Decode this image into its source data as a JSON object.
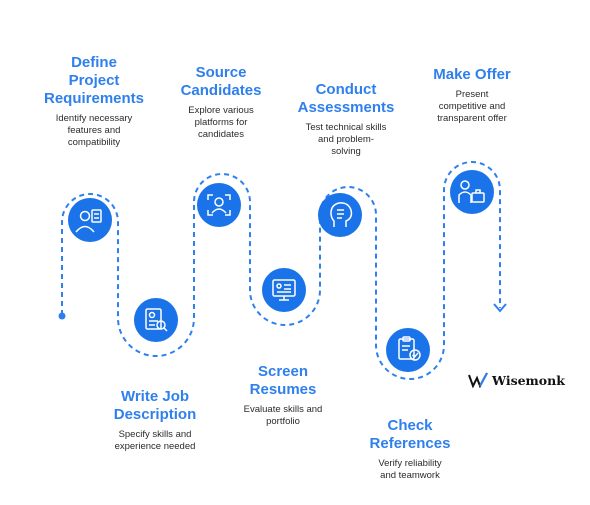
{
  "steps": [
    {
      "title": "Define\nProject\nRequirements",
      "desc": "Identify necessary\nfeatures and\ncompatibility",
      "icon": "team-checklist-icon"
    },
    {
      "title": "Write Job\nDescription",
      "desc": "Specify skills and\nexperience needed",
      "icon": "resume-search-icon"
    },
    {
      "title": "Source\nCandidates",
      "desc": "Explore various\nplatforms for\ncandidates",
      "icon": "face-scan-icon"
    },
    {
      "title": "Screen\nResumes",
      "desc": "Evaluate skills and\nportfolio",
      "icon": "resume-screen-icon"
    },
    {
      "title": "Conduct\nAssessments",
      "desc": "Test technical skills\nand problem-\nsolving",
      "icon": "head-checklist-icon"
    },
    {
      "title": "Check\nReferences",
      "desc": "Verify reliability\nand teamwork",
      "icon": "clipboard-check-icon"
    },
    {
      "title": "Make Offer",
      "desc": "Present\ncompetitive and\ntransparent offer",
      "icon": "person-briefcase-icon"
    }
  ],
  "brand": {
    "name": "Wisemonk",
    "logo_icon": "wisemonk-logo-icon"
  },
  "colors": {
    "accent": "#2f80ed",
    "circle": "#1a73e8",
    "text": "#2b2b2b"
  }
}
